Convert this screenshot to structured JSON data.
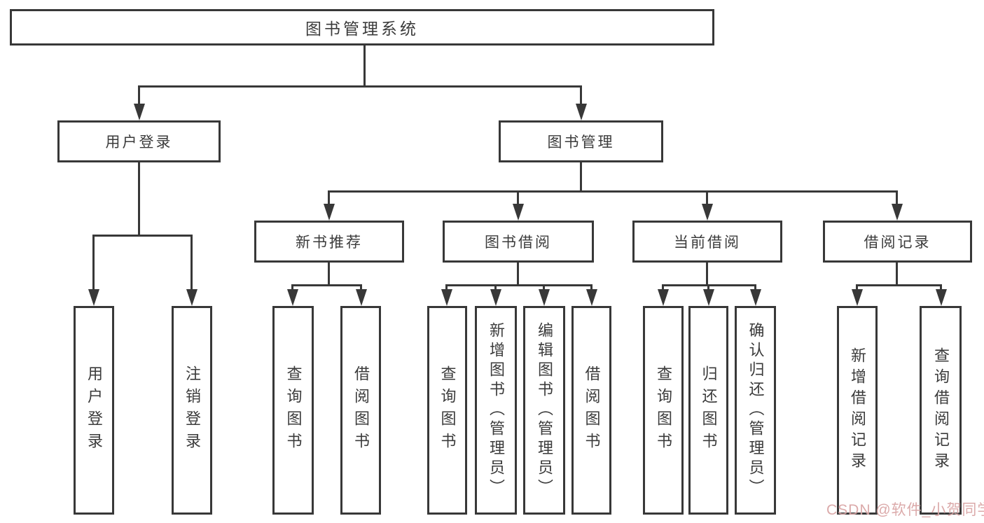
{
  "colors": {
    "line": "#383838",
    "text": "#3b3b3b",
    "background": "#ffffff",
    "watermark": "#d9a3a3"
  },
  "nodes": {
    "root": "图书管理系统",
    "level2": {
      "user_login": "用户登录",
      "book_mgmt": "图书管理"
    },
    "level3": {
      "new_book_rec": "新书推荐",
      "book_borrow": "图书借阅",
      "current_borrow": "当前借阅",
      "borrow_records": "借阅记录"
    },
    "leaves": {
      "user_login": "用户登录",
      "logout": "注销登录",
      "rec_query": "查询图书",
      "rec_borrow": "借阅图书",
      "bb_query": "查询图书",
      "bb_add": "新增图书（管理员）",
      "bb_edit": "编辑图书（管理员）",
      "bb_borrow": "借阅图书",
      "cb_query": "查询图书",
      "cb_return": "归还图书",
      "cb_confirm": "确认归还（管理员）",
      "br_add": "新增借阅记录",
      "br_query": "查询借阅记录"
    }
  },
  "watermark": "CSDN @软件_小贺同学"
}
